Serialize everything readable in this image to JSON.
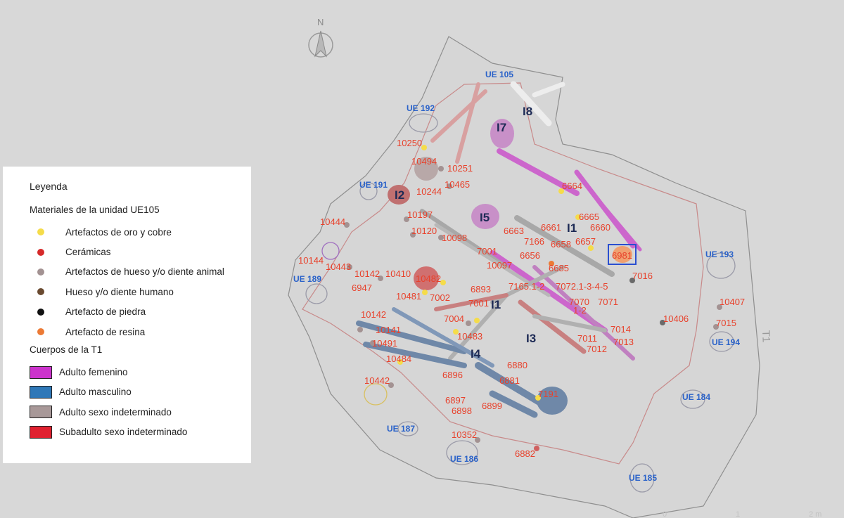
{
  "legend": {
    "title": "Leyenda",
    "materials_heading": "Materiales de la unidad UE105",
    "materials": [
      {
        "label": "Artefactos de oro y cobre",
        "color": "#f5dc4a"
      },
      {
        "label": "Cerámicas",
        "color": "#d62a2a"
      },
      {
        "label": "Artefactos de hueso y/o diente animal",
        "color": "#a39292"
      },
      {
        "label": "Hueso y/o diente humano",
        "color": "#6a4a30"
      },
      {
        "label": "Artefacto de piedra",
        "color": "#111111"
      },
      {
        "label": "Artefacto de resina",
        "color": "#ec7a35"
      }
    ],
    "bodies_heading": "Cuerpos de la T1",
    "bodies": [
      {
        "label": "Adulto femenino",
        "color": "#cc33cc"
      },
      {
        "label": "Adulto masculino",
        "color": "#2f78b8"
      },
      {
        "label": "Adulto sexo indeterminado",
        "color": "#a89898"
      },
      {
        "label": "Subadulto sexo indeterminado",
        "color": "#e02030"
      }
    ]
  },
  "map": {
    "north_label": "N",
    "trench_label": "T1",
    "highlighted_find": "6981",
    "scale": {
      "labels": [
        "0",
        "1",
        "2 m"
      ]
    },
    "individuals": [
      "I1",
      "I1",
      "I2",
      "I3",
      "I4",
      "I5",
      "I7",
      "I8"
    ],
    "ue_labels": [
      "UE 105",
      "UE 192",
      "UE 191",
      "UE 189",
      "UE 193",
      "UE 194",
      "UE 184",
      "UE 185",
      "UE 186",
      "UE 187"
    ],
    "finds": [
      "10250",
      "10494",
      "10251",
      "10465",
      "10244",
      "10197",
      "10120",
      "10098",
      "10444",
      "10144",
      "10443",
      "10142",
      "10410",
      "10482",
      "6947",
      "10481",
      "7002",
      "6893",
      "7001",
      "7001",
      "10097",
      "6664",
      "6665",
      "6663",
      "6661",
      "6660",
      "7166",
      "6658",
      "6657",
      "6656",
      "6981",
      "6685",
      "7016",
      "7165.1-2",
      "7072.1-3-4-5",
      "7070",
      "1-2",
      "7071",
      "10142",
      "7004",
      "10141",
      "10483",
      "10491",
      "10484",
      "7014",
      "7011",
      "7013",
      "7012",
      "10406",
      "10407",
      "7015",
      "6880",
      "6896",
      "6881",
      "10442",
      "7191",
      "6897",
      "6898",
      "6899",
      "10352",
      "6882"
    ]
  }
}
